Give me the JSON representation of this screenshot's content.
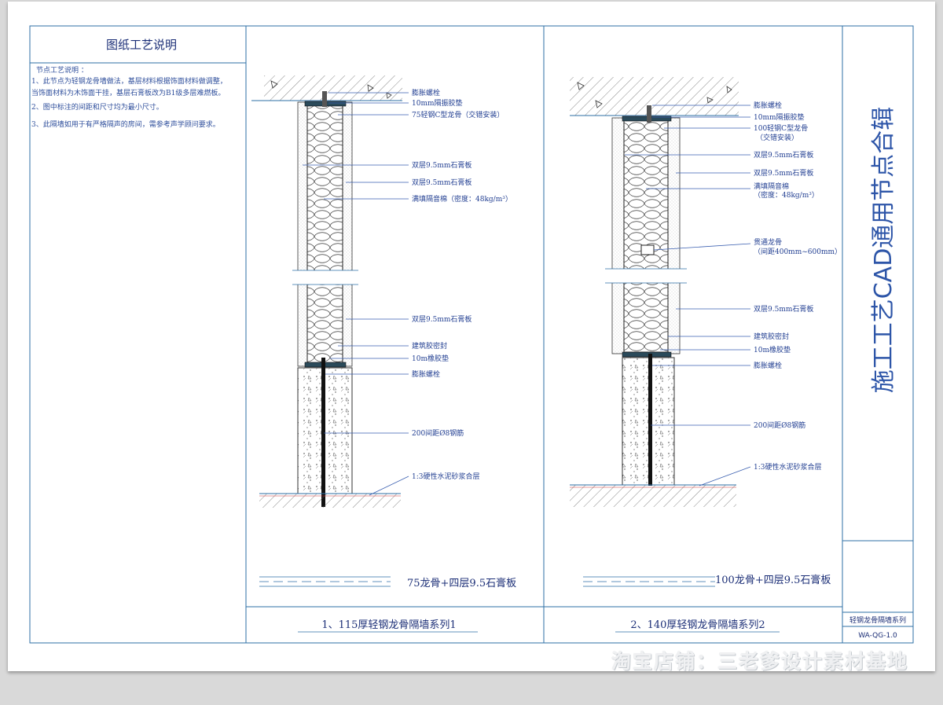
{
  "notes_panel": {
    "title": "图纸工艺说明",
    "heading": "节点工艺说明  ：",
    "lines": [
      "1、此节点为轻钢龙骨墙做法，基层材料根据饰面材料做调整，",
      "    当饰面材料为木饰面干挂，基层石膏板改为B1级多层难燃板。",
      "2、图中标注的间距和尺寸均为最小尺寸。",
      "3、此隔墙如用于有严格隔声的房间，需参考声学顾问要求。"
    ]
  },
  "detail1": {
    "title": "1、115厚轻钢龙骨隔墙系列1",
    "plan_caption": "75龙骨+四层9.5石膏板",
    "labels": [
      "膨胀螺栓",
      "10mm隔振胶垫",
      "75轻钢C型龙骨（交错安装）",
      "双层9.5mm石膏板",
      "双层9.5mm石膏板",
      "满填隔音棉（密度：48kg/m³）",
      "双层9.5mm石膏板",
      "建筑胶密封",
      "10m橡胶垫",
      "膨胀螺栓",
      "200间距Ø8钢筋",
      "1:3硬性水泥砂浆合层"
    ]
  },
  "detail2": {
    "title": "2、140厚轻钢龙骨隔墙系列2",
    "plan_caption": "100龙骨+四层9.5石膏板",
    "labels": [
      "膨胀螺栓",
      "10mm隔振胶垫",
      "100轻钢C型龙骨",
      "（交错安装）",
      "双层9.5mm石膏板",
      "双层9.5mm石膏板",
      "满填隔音棉",
      "（密度：48kg/m³）",
      "贯通龙骨",
      "（间距400mm~600mm）",
      "双层9.5mm石膏板",
      "建筑胶密封",
      "10m橡胶垫",
      "膨胀螺栓",
      "200间距Ø8钢筋",
      "1:3硬性水泥砂浆合层"
    ]
  },
  "title_block": {
    "vertical_title": "施工工艺CAD通用节点合辑",
    "series_name": "轻钢龙骨隔墙系列",
    "drawing_code": "WA-QG-1.0"
  },
  "watermark": "淘宝店铺：三老爹设计素材基地",
  "colors": {
    "frame": "#2e6fa6",
    "line": "#243a8c",
    "title_blue": "#2d55a8"
  }
}
